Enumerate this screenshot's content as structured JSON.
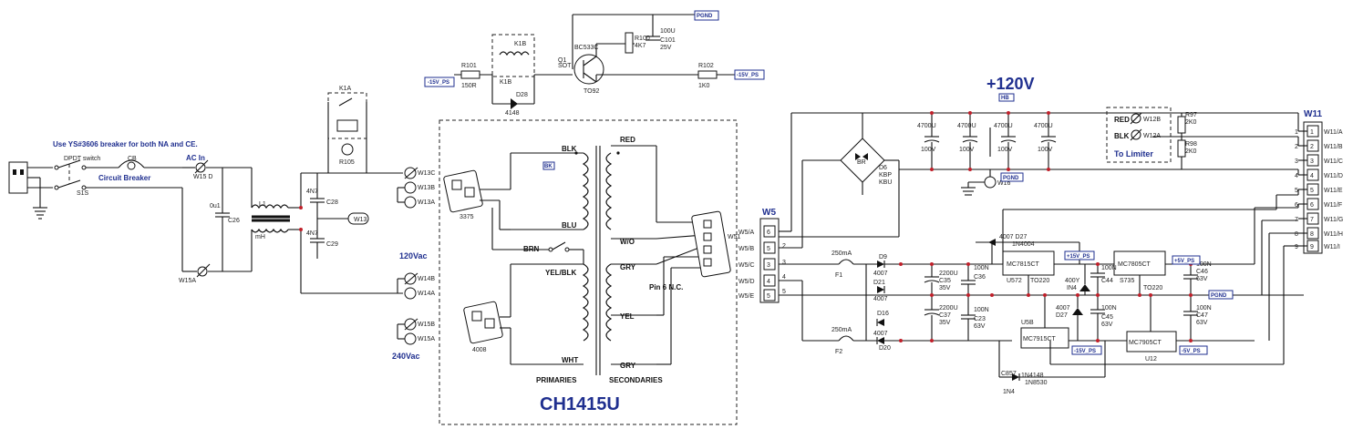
{
  "labels": {
    "breaker_note": "Use YS#3606 breaker for both NA and CE.",
    "ac_in": "AC In",
    "circuit_breaker": "Circuit Breaker",
    "v120ac": "120Vac",
    "v240ac": "240Vac",
    "plus120v": "+120V",
    "to_limiter": "To Limiter",
    "pin6": "Pin 6 N.C.",
    "primaries": "PRIMARIES",
    "secondaries": "SECONDARIES",
    "transformer": "CH1415U",
    "w5": "W5",
    "w11": "W11",
    "red": "RED",
    "blk": "BLK"
  },
  "wires": {
    "blk": "BLK",
    "blu": "BLU",
    "brn": "BRN",
    "yel_blk": "YEL/BLK",
    "wht": "WHT",
    "red": "RED",
    "wo": "W/O",
    "gry1": "GRY",
    "yel": "YEL",
    "gry2": "GRY"
  },
  "parts": {
    "q1": "BC533C",
    "k1a": "K1A",
    "w5_pins": [
      "W5/A",
      "W5/B",
      "W5/C",
      "W5/D",
      "W5/E"
    ],
    "w11_pins": [
      "W11/A",
      "W11/B",
      "W11/C",
      "W11/D",
      "W11/E",
      "W11/F",
      "W11/G",
      "W11/H",
      "W11/I"
    ],
    "caps_120": [
      "4700U",
      "4700U",
      "4700U",
      "4700U"
    ],
    "reg1": "MC7815CT",
    "reg2": "MC7805CT",
    "reg3": "MC7915CT",
    "reg4": "MC7905CT"
  },
  "colors": {
    "wire": "#111111",
    "label_blue": "#1f2f8f",
    "junction_red": "#c0202a"
  }
}
